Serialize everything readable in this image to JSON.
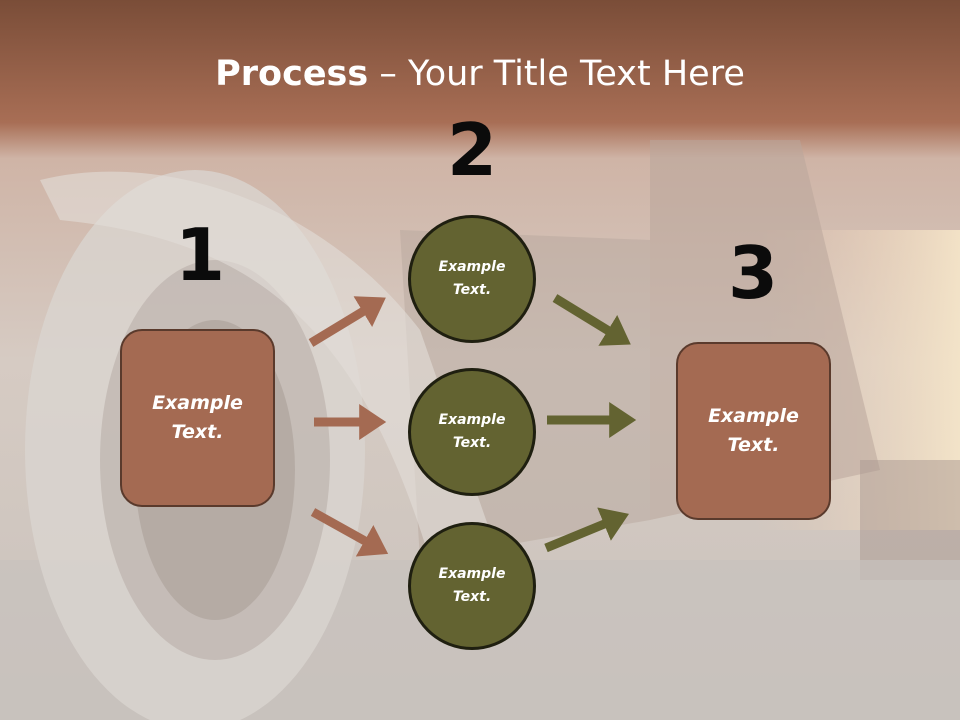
{
  "slide": {
    "title_bold": "Process",
    "title_rest": " – Your Title Text Here"
  },
  "steps": {
    "one": {
      "number": "1",
      "text": "Example Text."
    },
    "two": {
      "number": "2",
      "circles": [
        "Example Text.",
        "Example Text.",
        "Example Text."
      ]
    },
    "three": {
      "number": "3",
      "text": "Example Text."
    }
  },
  "colors": {
    "box_fill": "#a46a52",
    "circle_fill": "#636331",
    "arrow_brown": "#a46a52",
    "arrow_olive": "#636331",
    "title_band": "#8b5740"
  }
}
